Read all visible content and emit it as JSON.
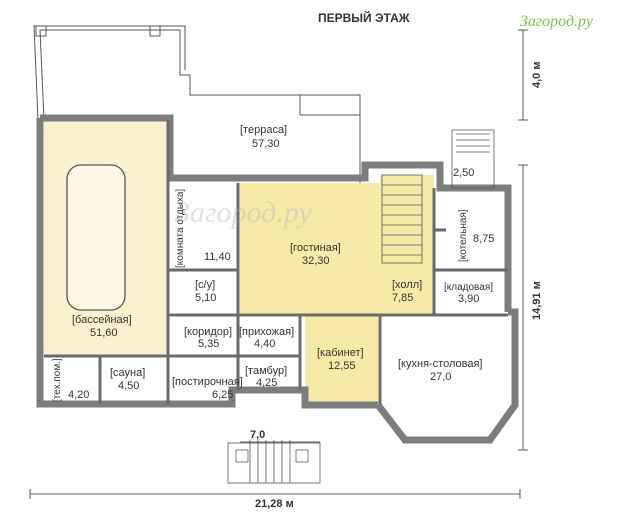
{
  "title": "ПЕРВЫЙ ЭТАЖ",
  "logo": "Загород.ру",
  "watermark": "Загород.ру",
  "colors": {
    "wall": "#7d7d7d",
    "beige": "#faf0cf",
    "yellow": "#f7e9a8",
    "line": "#333333"
  },
  "rooms": {
    "terrace": {
      "name": "[терраса]",
      "area": "57,30"
    },
    "pool": {
      "name": "[бассейная]",
      "area": "51,60"
    },
    "lounge": {
      "name": "[комната отдыха]",
      "area": "11,40"
    },
    "wc": {
      "name": "[с/у]",
      "area": "5,10"
    },
    "living": {
      "name": "[гостиная]",
      "area": "32,30"
    },
    "boiler": {
      "name": "[котельная]",
      "area": "8,75"
    },
    "hall": {
      "name": "[холл]",
      "area": "7,85"
    },
    "storage": {
      "name": "[кладовая]",
      "area": "3,90"
    },
    "corridor": {
      "name": "[коридор]",
      "area": "5,35"
    },
    "entry": {
      "name": "[прихожая]",
      "area": "4,40"
    },
    "study": {
      "name": "[кабинет]",
      "area": "12,55"
    },
    "kitchen": {
      "name": "[кухня-столовая]",
      "area": "27,0"
    },
    "tech": {
      "name": "[тех.пом.]",
      "area": "4,20"
    },
    "sauna": {
      "name": "[сауна]",
      "area": "4,50"
    },
    "laundry": {
      "name": "[постирочная]",
      "area": "6,25"
    },
    "vestibule": {
      "name": "[тамбур]",
      "area": "4,25"
    },
    "porch_small": {
      "area": "2,50"
    }
  },
  "dimensions": {
    "width": "21,28 м",
    "depth": "14,91 м",
    "terrace_depth": "4,0 м",
    "porch": "7,0"
  }
}
